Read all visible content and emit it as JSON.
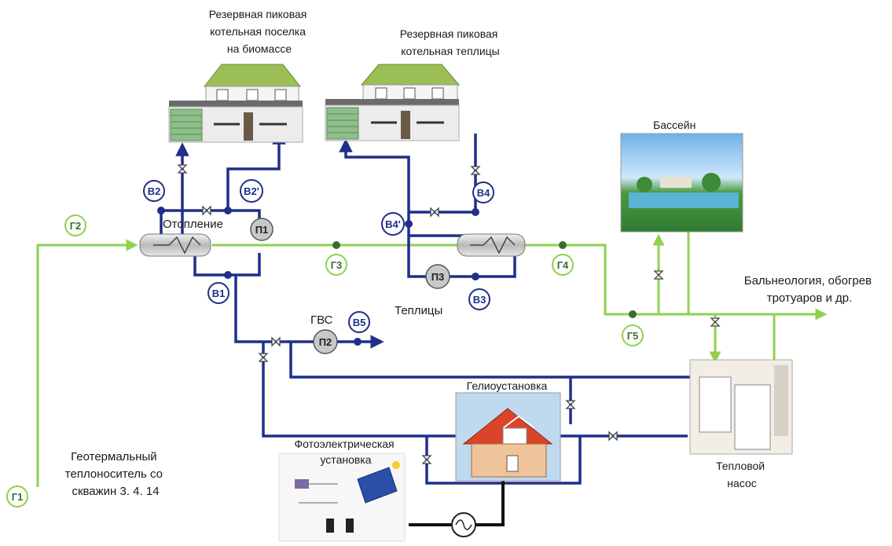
{
  "labels": {
    "reserve_boiler_village": [
      "Резервная пиковая",
      "котельная поселка",
      "на биомассе"
    ],
    "reserve_boiler_greenhouse": [
      "Резервная пиковая",
      "котельная теплицы"
    ],
    "pool": "Бассейн",
    "heating": "Отопление",
    "greenhouses": "Теплицы",
    "hot_water": "ГВС",
    "balneology": [
      "Бальнеология, обогрев",
      "тротуаров и др."
    ],
    "solar_thermal": "Гелиоустановка",
    "photovoltaic": [
      "Фотоэлектрическая",
      "установка"
    ],
    "geothermal": [
      "Геотермальный",
      "теплоноситель со",
      "скважин 3. 4. 14"
    ],
    "heat_pump": [
      "Тепловой",
      "насос"
    ]
  },
  "nodes": {
    "g1": "Г1",
    "g2": "Г2",
    "g3": "Г3",
    "g4": "Г4",
    "g5": "Г5",
    "b1": "В1",
    "b2": "В2",
    "b2p": "В2'",
    "b3": "В3",
    "b4": "В4",
    "b4p": "В4'",
    "b5": "В5",
    "p1": "П1",
    "p2": "П2",
    "p3": "П3"
  },
  "colors": {
    "geothermal_pipe": "#8fd14f",
    "coolant_pipe": "#1f2f8a",
    "power_line": "#111111",
    "node_fill": "#ffffff",
    "pump_fill": "#c8c8c8",
    "roof": "#9bbf55",
    "solar_roof": "#d8452a"
  },
  "icons": [
    "boiler-building-icon",
    "heat-exchanger-icon",
    "pump-icon",
    "valve-icon",
    "pool-photo-icon",
    "house-solar-icon",
    "heat-pump-unit-icon",
    "generator-icon",
    "pv-schematic-icon",
    "sun-icon"
  ]
}
